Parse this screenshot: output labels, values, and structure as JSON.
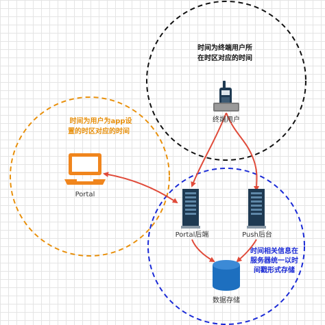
{
  "zones": {
    "user": {
      "label_line1": "时间为终端用户所",
      "label_line2": "在时区对应的时间",
      "color": "#111111"
    },
    "app": {
      "label_line1": "时间为用户为app设",
      "label_line2": "置的时区对应的时间",
      "color": "#e8900c"
    },
    "server": {
      "label_line1": "时间相关信息在",
      "label_line2": "服务器统一以时",
      "label_line3": "间戳形式存储",
      "color": "#1a2ad6"
    }
  },
  "nodes": {
    "phone": {
      "label": "终端用户",
      "icon": "phone-icon"
    },
    "portal": {
      "label": "Portal",
      "icon": "laptop-icon"
    },
    "portal_backend": {
      "label": "Portal后端",
      "icon": "server-icon"
    },
    "push_backend": {
      "label": "Push后台",
      "icon": "server-icon"
    },
    "storage": {
      "label": "数据存储",
      "icon": "database-icon"
    }
  },
  "colors": {
    "arrow": "#e04b3a",
    "device": "#f0851d",
    "server": "#1f3a52",
    "database": "#1d6fbf"
  }
}
